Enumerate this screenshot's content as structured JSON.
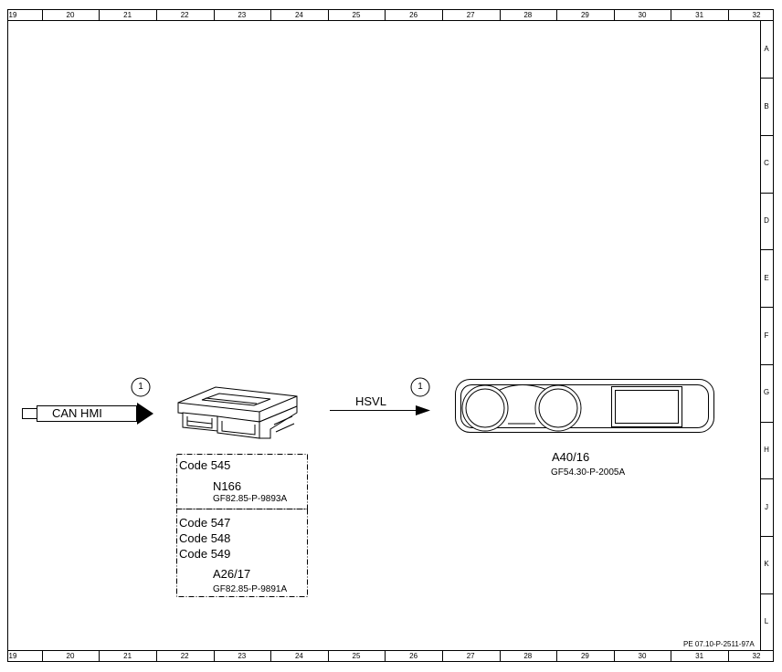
{
  "frame": {
    "columns": [
      "19",
      "20",
      "21",
      "22",
      "23",
      "24",
      "25",
      "26",
      "27",
      "28",
      "29",
      "30",
      "31",
      "32"
    ],
    "rows": [
      "A",
      "B",
      "C",
      "D",
      "E",
      "F",
      "G",
      "H",
      "J",
      "K",
      "L"
    ]
  },
  "input": {
    "label": "CAN HMI",
    "marker": "1"
  },
  "bus": {
    "label": "HSVL",
    "marker": "1"
  },
  "module_upper": {
    "code": "Code 545",
    "id": "N166",
    "ref": "GF82.85-P-9893A"
  },
  "module_lower": {
    "codes": [
      "Code 547",
      "Code 548",
      "Code 549"
    ],
    "id": "A26/17",
    "ref": "GF82.85-P-9891A"
  },
  "cluster": {
    "id": "A40/16",
    "ref": "GF54.30-P-2005A"
  },
  "footer_ref": "PE 07.10-P-2511-97A"
}
